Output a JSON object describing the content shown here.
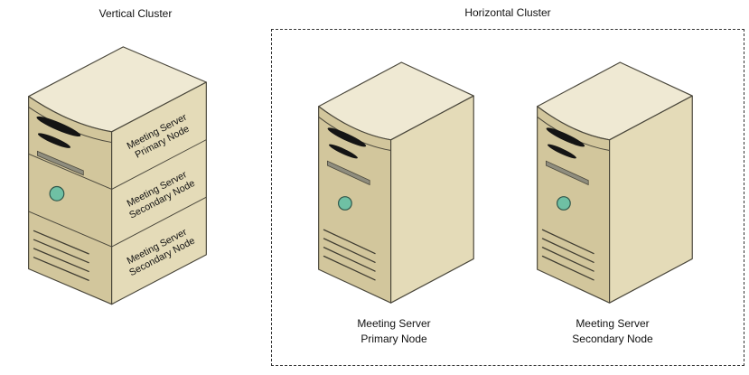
{
  "vertical_cluster": {
    "title": "Vertical Cluster",
    "nodes": [
      {
        "line1": "Meeting Server",
        "line2": "Primary Node"
      },
      {
        "line1": "Meeting Server",
        "line2": "Secondary Node"
      },
      {
        "line1": "Meeting Server",
        "line2": "Secondary Node"
      }
    ]
  },
  "horizontal_cluster": {
    "title": "Horizontal Cluster",
    "servers": [
      {
        "line1": "Meeting Server",
        "line2": "Primary Node"
      },
      {
        "line1": "Meeting Server",
        "line2": "Secondary Node"
      }
    ]
  },
  "colors": {
    "front_face": "#d2c69c",
    "side_face": "#e4dbb8",
    "top_face": "#efe9d3",
    "power_button": "#6fc0a4",
    "drive_dark": "#141414",
    "slot_gray": "#8f8d7e"
  }
}
